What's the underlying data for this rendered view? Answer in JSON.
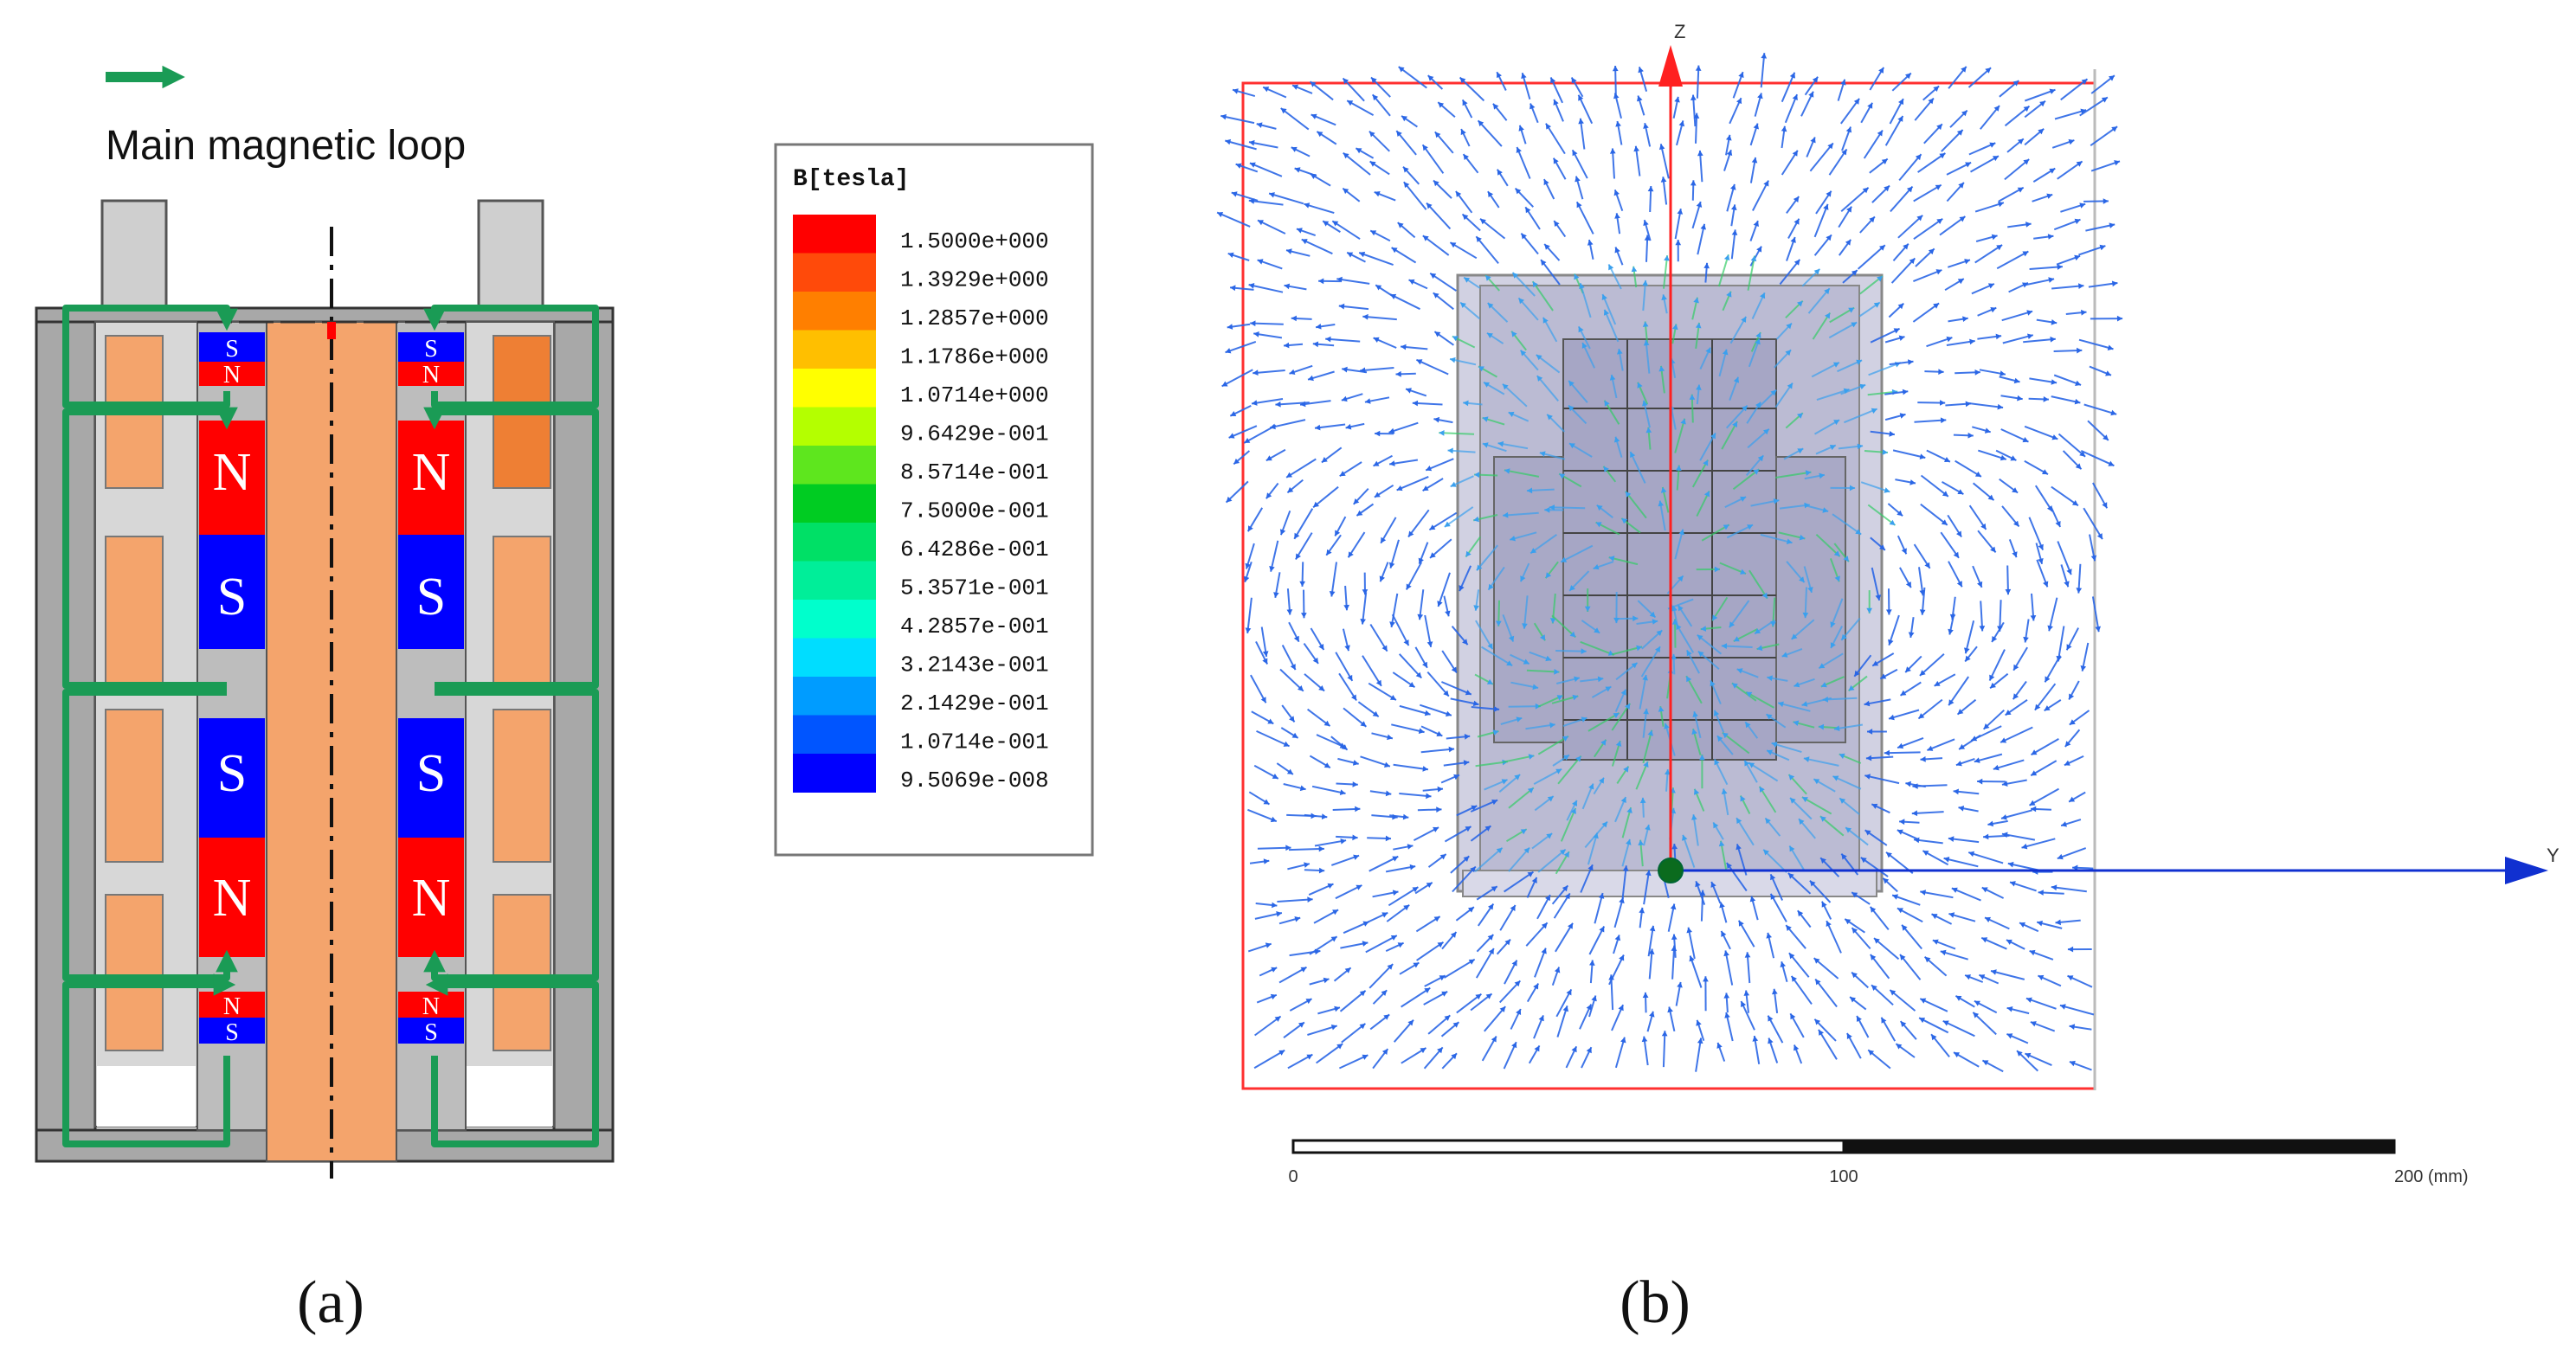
{
  "panel_a": {
    "legend_label": "Main magnetic loop",
    "panel_label": "(a)",
    "small_pole_labels": [
      {
        "id": "left-top-upper",
        "text": "S"
      },
      {
        "id": "left-top-lower",
        "text": "N"
      },
      {
        "id": "right-top-upper",
        "text": "S"
      },
      {
        "id": "right-top-lower",
        "text": "N"
      },
      {
        "id": "left-bottom-upper",
        "text": "N"
      },
      {
        "id": "left-bottom-lower",
        "text": "S"
      },
      {
        "id": "right-bottom-upper",
        "text": "N"
      },
      {
        "id": "right-bottom-lower",
        "text": "S"
      }
    ],
    "big_pole_labels": [
      "N",
      "S",
      "S",
      "N"
    ],
    "colors": {
      "loop": "#1a9b55",
      "coil": "#f4a46c",
      "coil_dark": "#ee7f34",
      "north": "#ff0000",
      "south": "#0000ff",
      "housing": "#a8a8a8",
      "stator": "#d7d7d7"
    }
  },
  "legend_b": {
    "title": "B[tesla]",
    "entries": [
      {
        "label": "1.5000e+000",
        "color": "#ff0000"
      },
      {
        "label": "1.3929e+000",
        "color": "#ff4a0a"
      },
      {
        "label": "1.2857e+000",
        "color": "#ff7f00"
      },
      {
        "label": "1.1786e+000",
        "color": "#ffbf00"
      },
      {
        "label": "1.0714e+000",
        "color": "#ffff00"
      },
      {
        "label": "9.6429e-001",
        "color": "#b4ff00"
      },
      {
        "label": "8.5714e-001",
        "color": "#5ee61e"
      },
      {
        "label": "7.5000e-001",
        "color": "#00cc22"
      },
      {
        "label": "6.4286e-001",
        "color": "#00e066"
      },
      {
        "label": "5.3571e-001",
        "color": "#00ee99"
      },
      {
        "label": "4.2857e-001",
        "color": "#00ffcc"
      },
      {
        "label": "3.2143e-001",
        "color": "#00ddff"
      },
      {
        "label": "2.1429e-001",
        "color": "#009cff"
      },
      {
        "label": "1.0714e-001",
        "color": "#0055ff"
      },
      {
        "label": "9.5069e-008",
        "color": "#0000ff"
      }
    ]
  },
  "panel_b": {
    "axis_z": "Z",
    "axis_y": "Y",
    "scale_ticks": [
      "0",
      "100",
      "200 (mm)"
    ],
    "panel_label": "(b)",
    "colors": {
      "vector": "#2a66e6",
      "axis": "#1030d0",
      "boundary": "#ff3030"
    }
  }
}
